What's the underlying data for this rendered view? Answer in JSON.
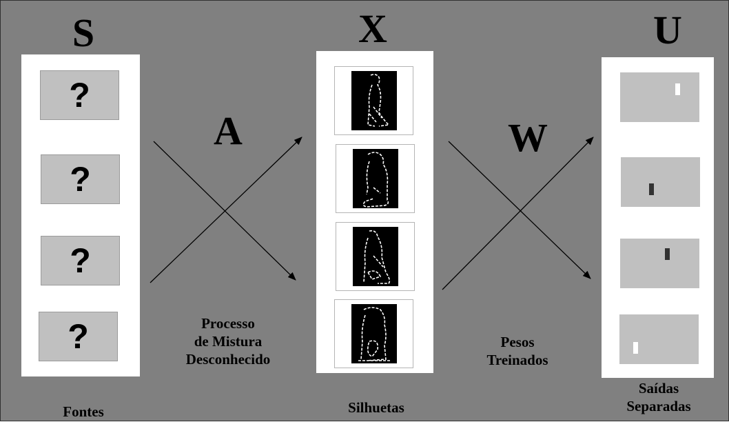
{
  "diagram": {
    "letters": {
      "sources": "S",
      "mixed": "X",
      "outputs": "U",
      "mixing": "A",
      "weights": "W"
    },
    "captions": {
      "sources": "Fontes",
      "silhouettes": "Silhuetas",
      "outputs_line1": "Saídas",
      "outputs_line2": "Separadas",
      "mixing_line1": "Processo",
      "mixing_line2": "de Mistura",
      "mixing_line3": "Desconhecido",
      "weights_line1": "Pesos",
      "weights_line2": "Treinados"
    },
    "sources": [
      {
        "symbol": "?"
      },
      {
        "symbol": "?"
      },
      {
        "symbol": "?"
      },
      {
        "symbol": "?"
      }
    ],
    "silhouettes": [
      {
        "icon": "walking-person-silhouette"
      },
      {
        "icon": "walking-person-silhouette"
      },
      {
        "icon": "walking-person-silhouette"
      },
      {
        "icon": "walking-person-silhouette"
      }
    ],
    "outputs": [
      {
        "mark_color": "#ffffff"
      },
      {
        "mark_color": "#333333"
      },
      {
        "mark_color": "#333333"
      },
      {
        "mark_color": "#ffffff"
      }
    ],
    "colors": {
      "background": "#808080",
      "panel": "#ffffff",
      "box": "#c0c0c0",
      "silhouette_bg": "#000000"
    }
  }
}
